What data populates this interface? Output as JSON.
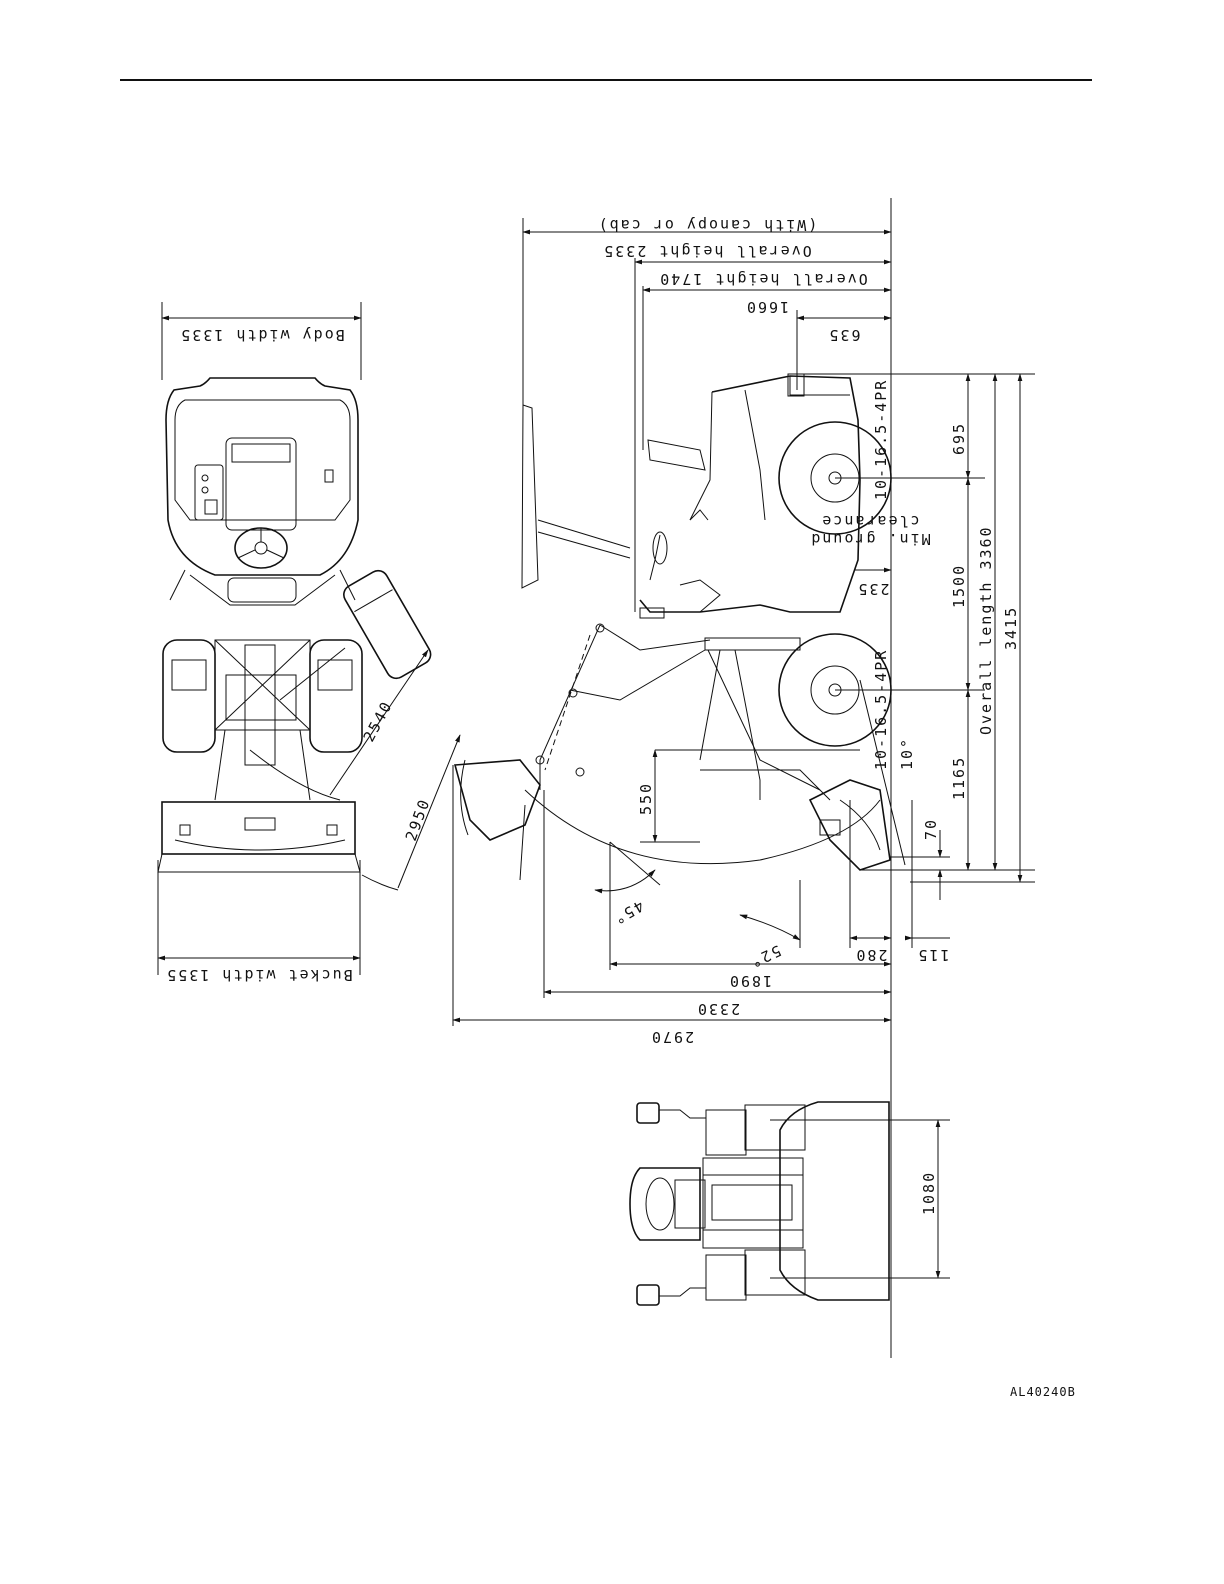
{
  "figure_code": "AL40240B",
  "front_view": {
    "body_width": "Body width 1335",
    "bucket_width": "Bucket width 1355",
    "radius_a": "2540",
    "radius_b": "2950"
  },
  "side_view": {
    "with_canopy": "(With canopy or cab)",
    "overall_height_2335": "Overall height 2335",
    "overall_height_1740": "Overall height 1740",
    "dim_1660": "1660",
    "dim_635": "635",
    "rear_tire": "10-16.5-4PR",
    "front_tire": "10-16.5-4PR",
    "min_ground_1": "Min. ground",
    "min_ground_2": "clearance",
    "dim_235": "235",
    "dim_695": "695",
    "dim_1500": "1500",
    "dim_1165": "1165",
    "overall_length": "Overall length 3360",
    "dim_3415": "3415",
    "angle_10": "10°",
    "dim_70": "70",
    "dim_550": "550",
    "angle_45": "45°",
    "angle_52": "52°",
    "dim_280": "280",
    "dim_115": "115",
    "dim_1890": "1890",
    "dim_2330": "2330",
    "dim_2970": "2970"
  },
  "top_view": {
    "tread": "1080"
  }
}
